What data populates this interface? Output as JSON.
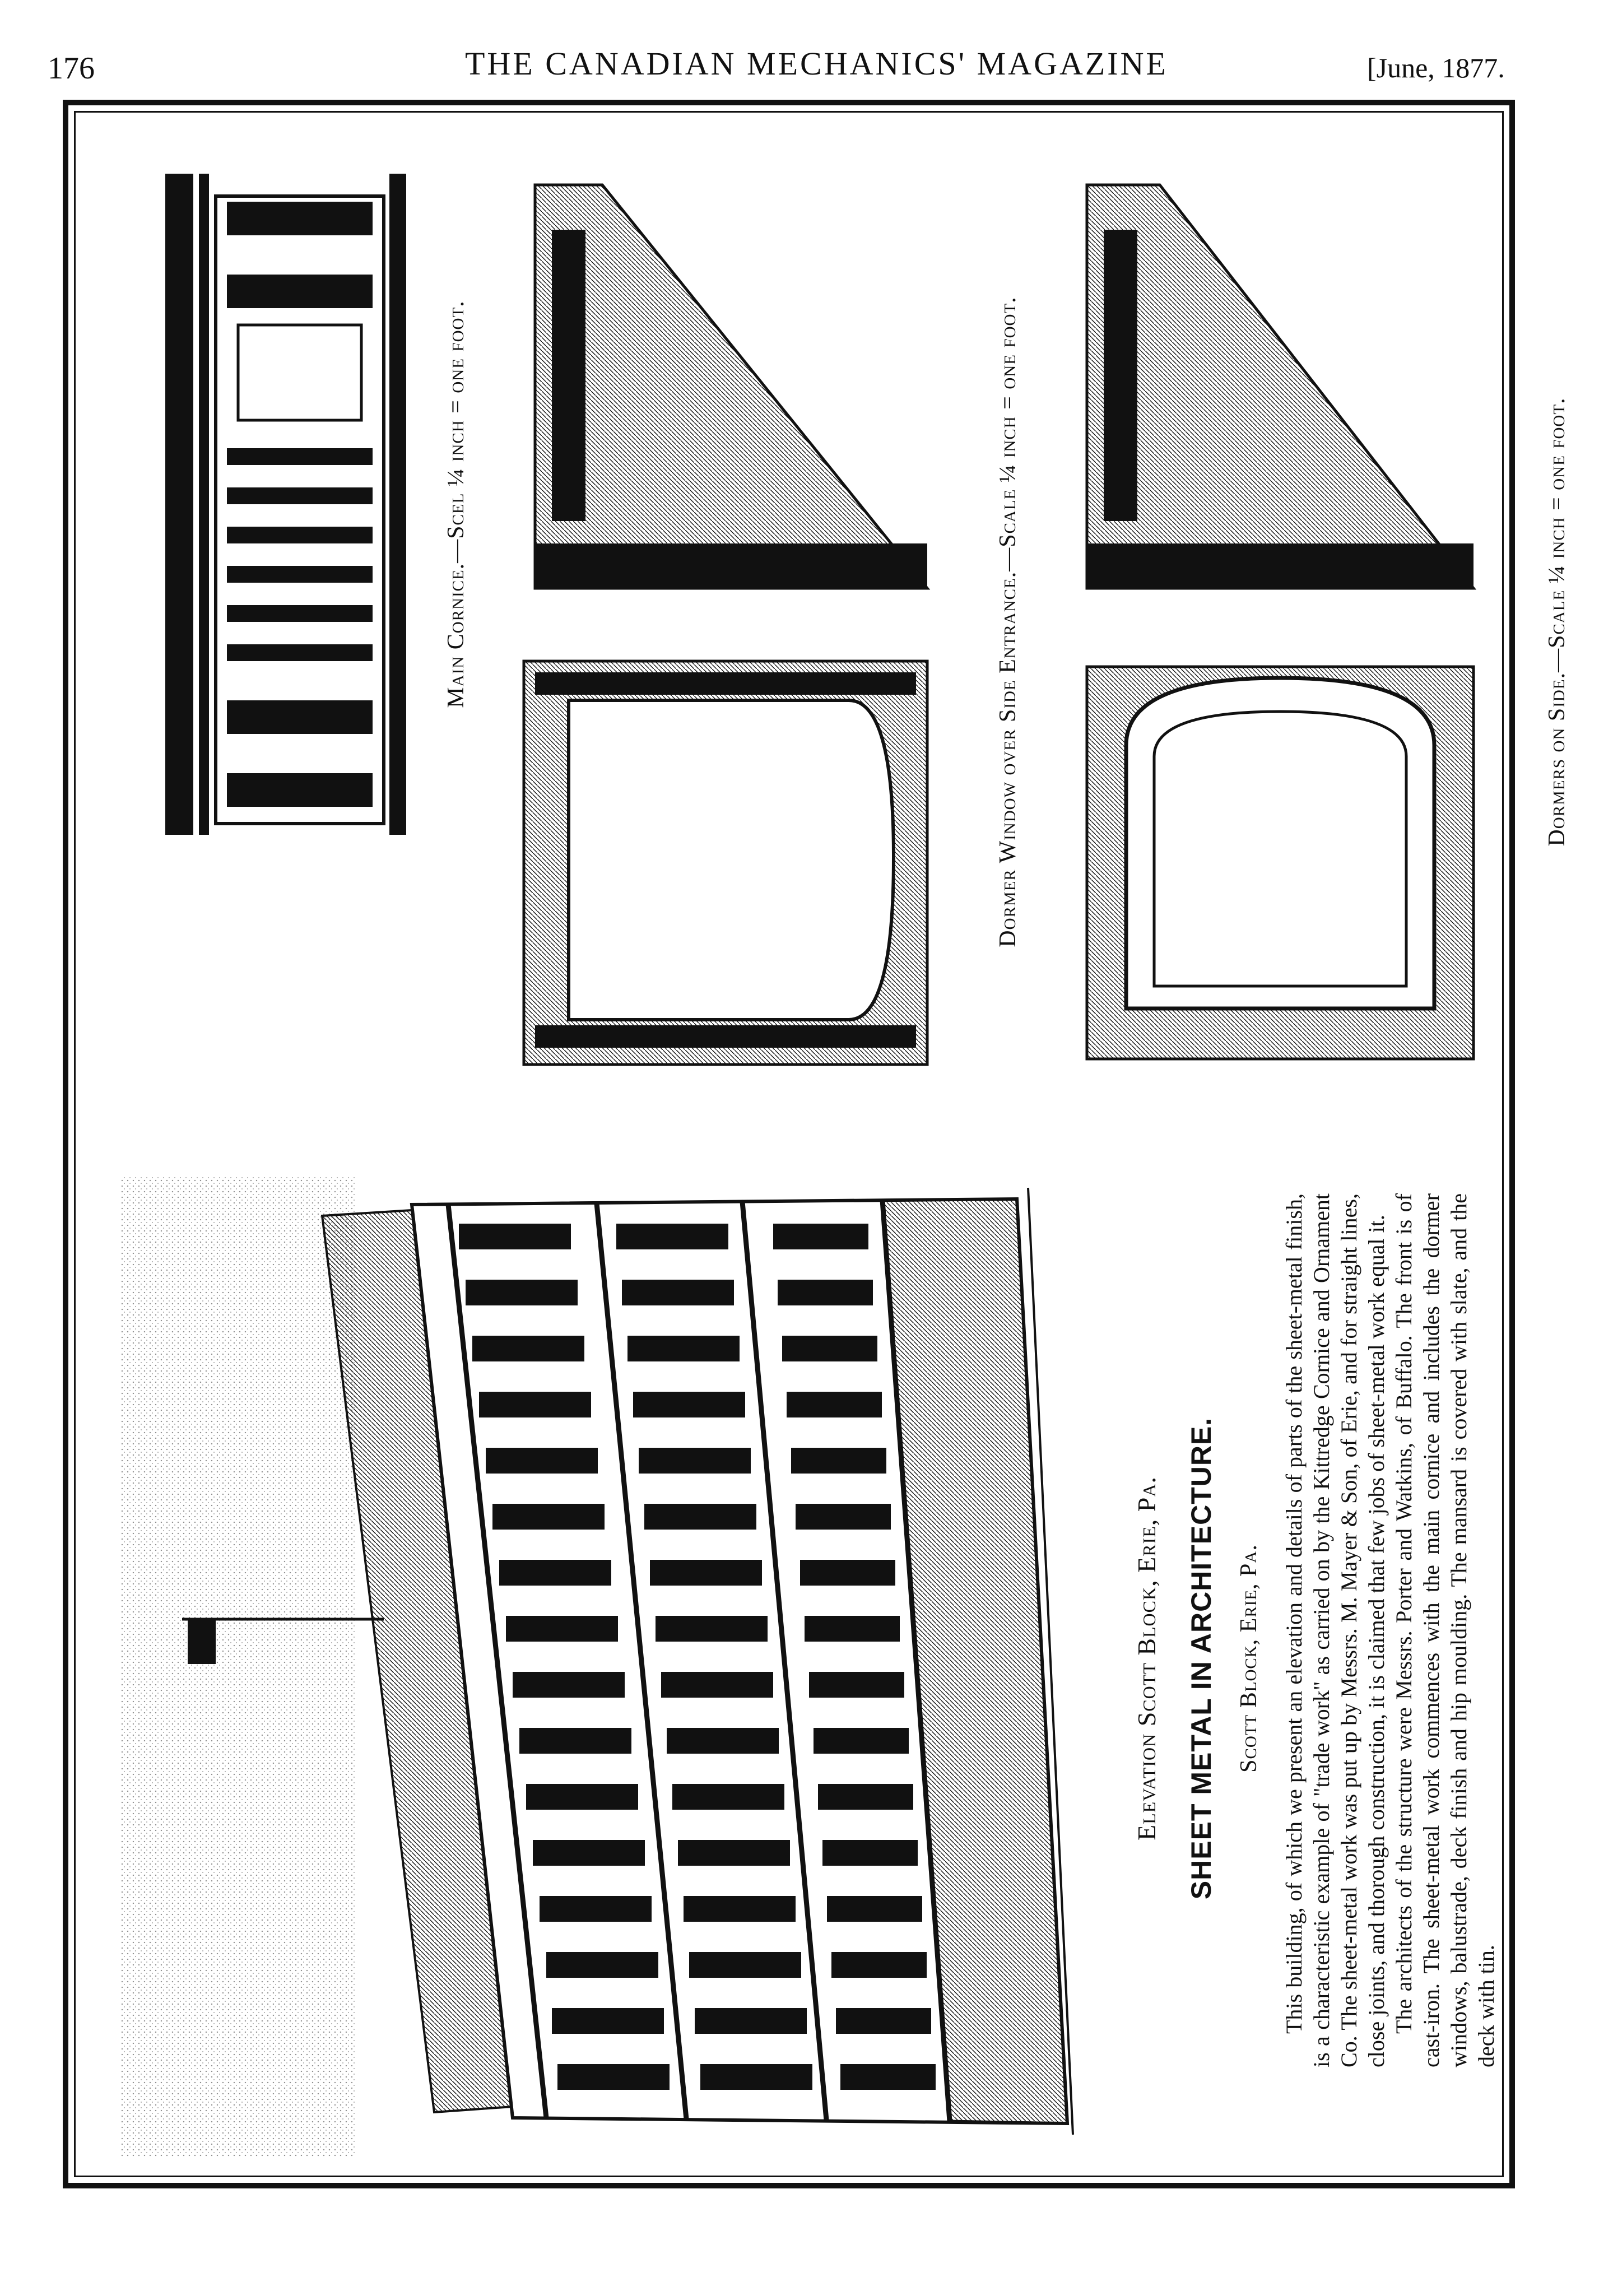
{
  "header": {
    "page_number": "176",
    "journal_title": "THE CANADIAN MECHANICS' MAGAZINE",
    "issue_date": "[June, 1877."
  },
  "figures": {
    "elevation_caption": "Elevation Scott Block, Erie, Pa.",
    "main_cornice_caption": "Main Cornice.—Scel ¼ inch = one foot.",
    "dormer_window_caption": "Dormer Window over Side Entrance.—Scale ¼ inch = one foot.",
    "dormers_side_caption": "Dormers on Side.—Scale ¼ inch = one foot."
  },
  "article": {
    "headline": "SHEET METAL IN ARCHITECTURE.",
    "subheadline": "Scott Block, Erie, Pa.",
    "paragraph_1": "This building, of which we present an elevation and details of parts of the sheet-metal finish, is a characteristic example of \"trade work\" as carried on by the Kittredge Cornice and Ornament Co. The sheet-metal work was put up by Messrs. M. Mayer & Son, of Erie, and for straight lines, close joints, and thorough construction, it is claimed that few jobs of sheet-metal work equal it.",
    "paragraph_2": "The architects of the structure were Messrs. Porter and Watkins, of Buffalo. The front is of cast-iron. The sheet-metal work commences with the main cornice and includes the dormer windows, balustrade, deck finish and hip moulding. The mansard is covered with slate, and the deck with tin."
  },
  "colors": {
    "ink": "#111111",
    "paper": "#ffffff"
  }
}
